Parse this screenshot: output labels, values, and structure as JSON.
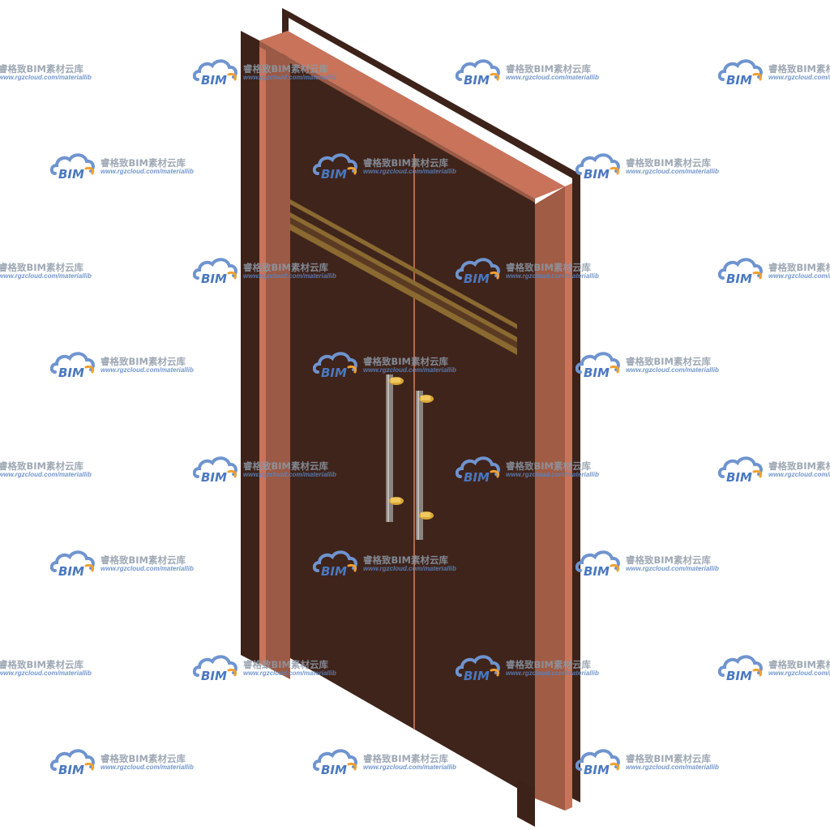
{
  "watermark": {
    "logo_text": "BIM",
    "name": "睿格致BIM素材云库",
    "url": "www.rgzcloud.com/materiallib",
    "logo_color": "#4a78c0",
    "accent_color": "#f0a030"
  },
  "door": {
    "frame_color": "#3d2219",
    "frame_face_color": "#c8735a",
    "jamb_color": "#9a5a45",
    "leaf_color": "#3f241b",
    "glass_stripe_color": "#8a6a30",
    "handle_color": "#8a8480",
    "fitting_color": "#d8a838"
  }
}
